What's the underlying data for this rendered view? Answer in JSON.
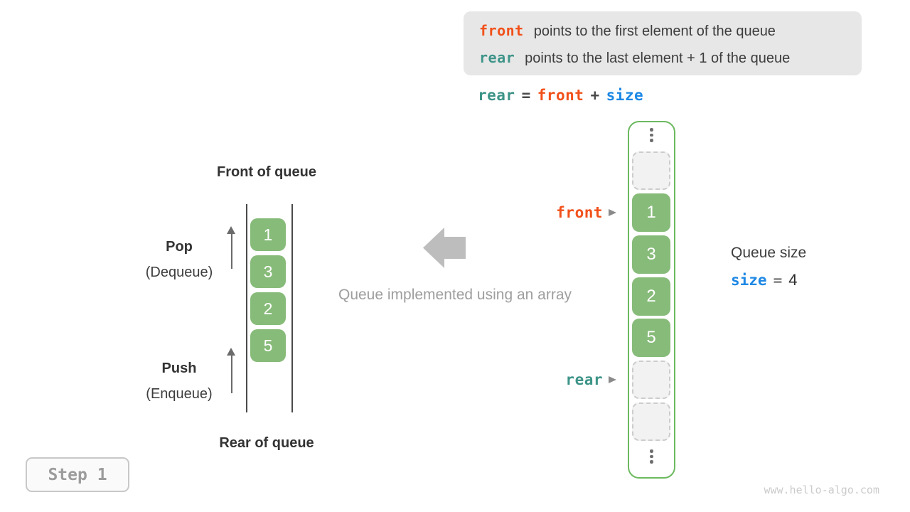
{
  "colors": {
    "accent_orange": "#f1511b",
    "accent_teal": "#3d9488",
    "accent_blue": "#1e88e5",
    "cell_green": "#87bb79",
    "array_border_green": "#6cb95f",
    "info_box_bg": "#e7e7e7",
    "caption_gray": "#9e9e9e"
  },
  "info_box": {
    "lines": [
      {
        "keyword": "front",
        "text": "points to the first element of the queue"
      },
      {
        "keyword": "rear",
        "text": "points to the last element + 1 of the queue"
      }
    ]
  },
  "formula": {
    "rear": "rear",
    "eq": "=",
    "front": "front",
    "plus": "+",
    "size": "size"
  },
  "left_queue": {
    "front_label": "Front of queue",
    "rear_label": "Rear of queue",
    "pop_title": "Pop",
    "pop_subtitle": "(Dequeue)",
    "push_title": "Push",
    "push_subtitle": "(Enqueue)",
    "values": [
      "1",
      "3",
      "2",
      "5"
    ]
  },
  "center": {
    "caption": "Queue implemented using an array"
  },
  "array_view": {
    "cells": [
      {
        "type": "ellipsis"
      },
      {
        "type": "empty"
      },
      {
        "type": "value",
        "value": "1"
      },
      {
        "type": "value",
        "value": "3"
      },
      {
        "type": "value",
        "value": "2"
      },
      {
        "type": "value",
        "value": "5"
      },
      {
        "type": "empty"
      },
      {
        "type": "empty"
      },
      {
        "type": "ellipsis"
      }
    ],
    "front_pointer": "front",
    "rear_pointer": "rear"
  },
  "queue_size": {
    "label": "Queue size",
    "var": "size",
    "eq": "=",
    "value": "4"
  },
  "step_badge": {
    "label": "Step 1"
  },
  "watermark": "www.hello-algo.com"
}
